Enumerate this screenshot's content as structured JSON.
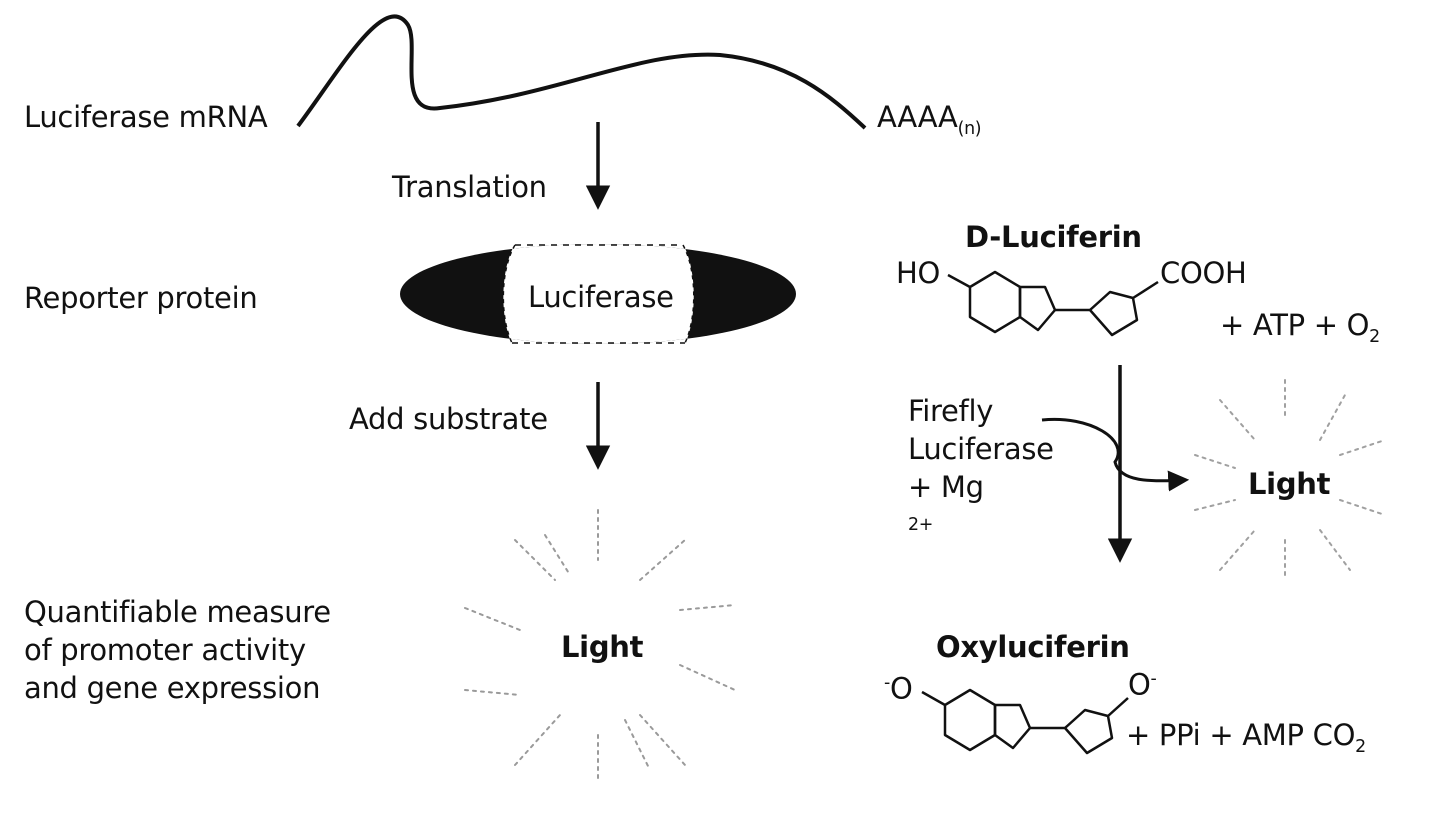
{
  "mrna": {
    "label": "Luciferase mRNA",
    "tail": "AAAA",
    "tail_sub": "(n)"
  },
  "steps": {
    "translation": "Translation",
    "add_substrate": "Add substrate"
  },
  "rows": {
    "reporter": "Reporter protein",
    "measure": [
      "Quantifiable measure",
      "of promoter activity",
      "and gene expression"
    ]
  },
  "enzyme": {
    "label": "Luciferase"
  },
  "light_left": "Light",
  "reaction": {
    "substrate_name": "D-Luciferin",
    "substrate_left_group": "HO",
    "substrate_right_group": "COOH",
    "cofactors": {
      "atp": "+ ATP + O",
      "o_sub": "2"
    },
    "catalyst": {
      "line1": "Firefly",
      "line2": "Luciferase",
      "line3": "+ Mg",
      "sup": "2+"
    },
    "light": "Light",
    "product_name": "Oxyluciferin",
    "product_left_group": "O",
    "product_left_charge": "-",
    "product_right_group": "O",
    "product_right_charge": "-",
    "byproducts": {
      "text": "+ PPi + AMP  CO",
      "sub": "2"
    }
  }
}
